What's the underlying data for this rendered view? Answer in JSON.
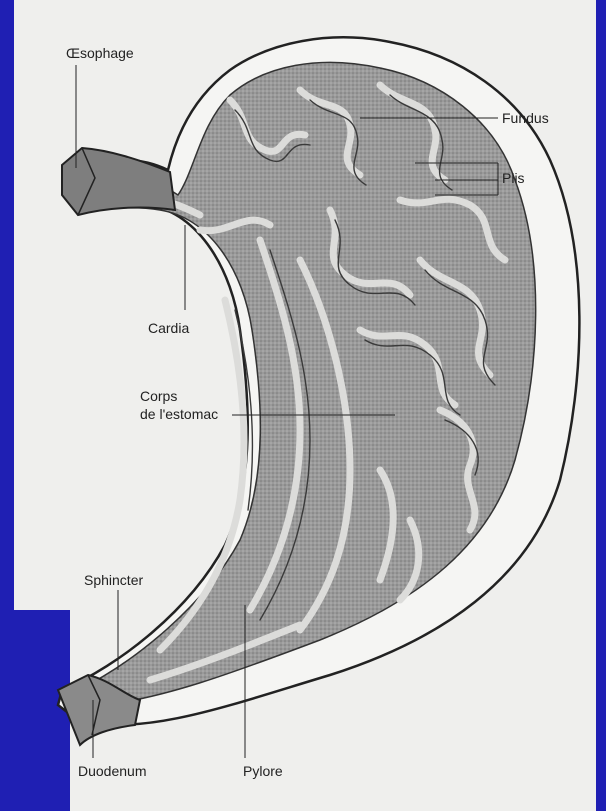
{
  "figure": {
    "labels": {
      "oesophage": "Œsophage",
      "fundus": "Fundus",
      "plis": "Plis",
      "cardia": "Cardia",
      "corps_line1": "Corps",
      "corps_line2": "de l'estomac",
      "sphincter": "Sphincter",
      "duodenum": "Duodenum",
      "pylore": "Pylore"
    },
    "colors": {
      "border": "#1f1fb3",
      "paper": "#efefed",
      "ink": "#222222",
      "mucosa_dark": "#8e8e8e",
      "mucosa_light": "#d6d6d4"
    }
  }
}
